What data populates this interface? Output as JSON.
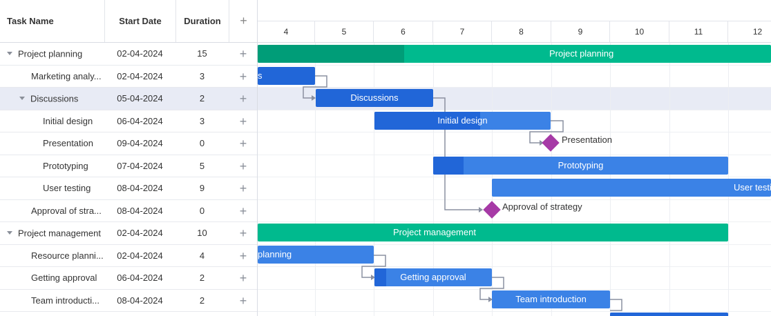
{
  "columns": {
    "name": "Task Name",
    "start": "Start Date",
    "duration": "Duration",
    "add": "+"
  },
  "scale": {
    "days": [
      "4",
      "5",
      "6",
      "7",
      "8",
      "9",
      "10",
      "11",
      "12"
    ]
  },
  "tasks": [
    {
      "name": "Project planning",
      "start": "02-04-2024",
      "duration": "15",
      "add": "+",
      "expanded": true
    },
    {
      "name": "Marketing analy...",
      "start": "02-04-2024",
      "duration": "3",
      "add": "+"
    },
    {
      "name": "Discussions",
      "start": "05-04-2024",
      "duration": "2",
      "add": "+",
      "expanded": true
    },
    {
      "name": "Initial design",
      "start": "06-04-2024",
      "duration": "3",
      "add": "+"
    },
    {
      "name": "Presentation",
      "start": "09-04-2024",
      "duration": "0",
      "add": "+"
    },
    {
      "name": "Prototyping",
      "start": "07-04-2024",
      "duration": "5",
      "add": "+"
    },
    {
      "name": "User testing",
      "start": "08-04-2024",
      "duration": "9",
      "add": "+"
    },
    {
      "name": "Approval of stra...",
      "start": "08-04-2024",
      "duration": "0",
      "add": "+"
    },
    {
      "name": "Project management",
      "start": "02-04-2024",
      "duration": "10",
      "add": "+",
      "expanded": true
    },
    {
      "name": "Resource planni...",
      "start": "02-04-2024",
      "duration": "4",
      "add": "+"
    },
    {
      "name": "Getting approval",
      "start": "06-04-2024",
      "duration": "2",
      "add": "+"
    },
    {
      "name": "Team introducti...",
      "start": "08-04-2024",
      "duration": "2",
      "add": "+"
    }
  ],
  "bars": {
    "project_planning": "Project planning",
    "marketing_fragment": "s",
    "discussions": "Discussions",
    "initial_design": "Initial design",
    "presentation": "Presentation",
    "prototyping": "Prototyping",
    "user_testing": "User testi",
    "approval": "Approval of strategy",
    "project_management": "Project management",
    "resource_fragment": "planning",
    "getting_approval": "Getting approval",
    "team_introduction": "Team introduction"
  },
  "colors": {
    "task": "#3b82e6",
    "task_progress": "#2166d8",
    "project": "#00ba8e",
    "project_progress": "#009d78",
    "milestone": "#a63aa6",
    "selected_row": "#e8ebf5"
  }
}
